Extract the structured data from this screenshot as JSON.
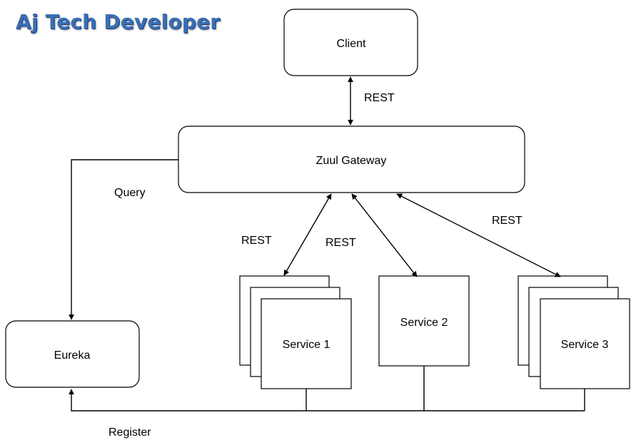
{
  "watermark": "Aj Tech Developer",
  "nodes": {
    "client": "Client",
    "gateway": "Zuul Gateway",
    "eureka": "Eureka",
    "service1": "Service 1",
    "service2": "Service 2",
    "service3": "Service 3"
  },
  "edges": {
    "client_gateway": "REST",
    "gateway_service1": "REST",
    "gateway_service2": "REST",
    "gateway_service3": "REST",
    "query": "Query",
    "register": "Register"
  }
}
